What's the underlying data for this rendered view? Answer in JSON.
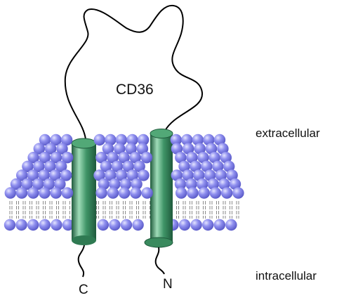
{
  "labels": {
    "protein": "CD36",
    "extracellular": "extracellular",
    "intracellular": "intracellular",
    "c_terminus": "C",
    "n_terminus": "N"
  },
  "colors": {
    "lipid_head": "#8f8fef",
    "lipid_head_light": "#e4e4ff",
    "lipid_head_dark": "#5a5ac8",
    "helix": "#3f9467",
    "helix_light": "#9fdcb8",
    "helix_dark": "#1f5a3c",
    "chain": "#000000",
    "text": "#111111"
  }
}
